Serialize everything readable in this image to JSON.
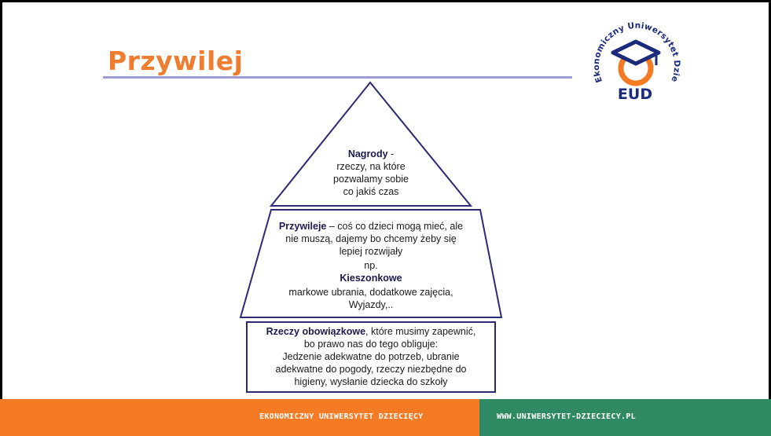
{
  "slide": {
    "title": "Przywilej",
    "logo": {
      "ring_text": "Ekonomiczny Uniwersytet Dziecięcy",
      "abbr": "EUD",
      "colors": {
        "navy": "#1b2a7a",
        "orange": "#f47a23"
      }
    }
  },
  "pyramid": {
    "top": {
      "title": "Nagrody",
      "suffix": " -",
      "lines": [
        "rzeczy, na które",
        "pozwalamy sobie",
        "co jakiś czas"
      ]
    },
    "middle": {
      "title": "Przywileje",
      "line1_rest": " – coś co dzieci mogą mieć, ale",
      "line2": "nie muszą, dajemy bo chcemy żeby się",
      "line3": "lepiej rozwijały",
      "line4": "np.",
      "subtitle": "Kieszonkowe",
      "line5": "markowe ubrania, dodatkowe zajęcia,",
      "line6": "Wyjazdy,.."
    },
    "bottom": {
      "title": "Rzeczy obowiązkowe",
      "line1_rest": ", które musimy zapewnić,",
      "line2": "bo prawo nas do tego obliguje:",
      "line3": "Jedzenie adekwatne do potrzeb, ubranie",
      "line4": "adekwatne do pogody, rzeczy niezbędne do",
      "line5": "higieny, wysłanie dziecka do szkoły"
    }
  },
  "footer": {
    "left_text": "EKONOMICZNY UNIWERSYTET DZIECIĘCY",
    "right_text": "WWW.UNIWERSYTET-DZIECIECY.PL",
    "left_color": "#f47a23",
    "right_color": "#2f8a64"
  }
}
